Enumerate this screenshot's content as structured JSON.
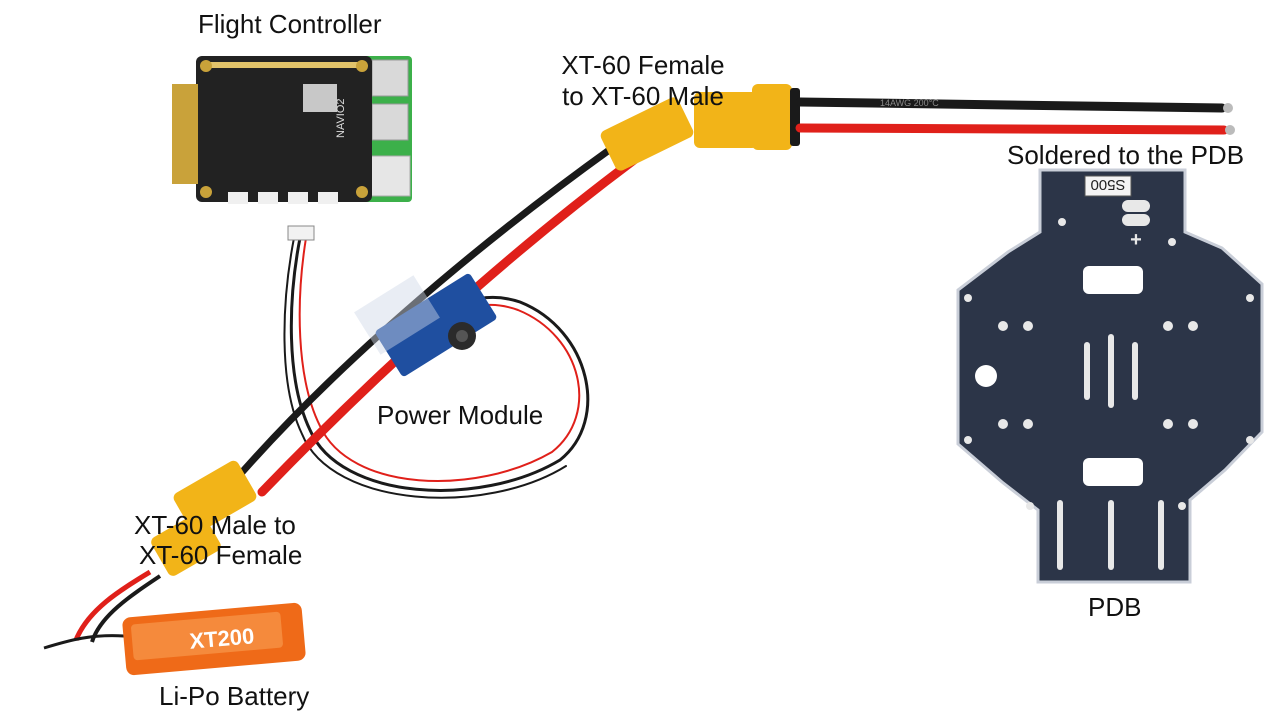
{
  "labels": {
    "flight_controller": "Flight Controller",
    "xt60_top_line1": "XT-60 Female",
    "xt60_top_line2": "to XT-60 Male",
    "soldered": "Soldered to the PDB",
    "power_module": "Power Module",
    "xt60_bottom_line1": "XT-60 Male to",
    "xt60_bottom_line2": "XT-60 Female",
    "pdb": "PDB",
    "battery": "Li-Po Battery"
  },
  "component_text": {
    "fc_board": "NAVIO2",
    "pdb_silkscreen": "S500",
    "pdb_plus": "+",
    "battery_brand": "XT200",
    "cable_marking": "14AWG 200°C"
  },
  "colors": {
    "wire_red": "#e0201a",
    "wire_black": "#1a1a1a",
    "connector_yellow": "#f2b418",
    "pdb_blue": "#2c3548",
    "fc_board": "#222222",
    "battery_orange": "#ef6a18",
    "power_module_blue": "#1f4fa0"
  }
}
